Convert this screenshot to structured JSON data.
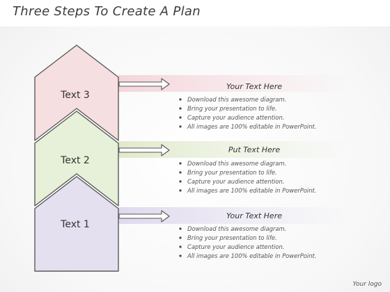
{
  "title": "Three Steps To Create A Plan",
  "logo": "Your logo",
  "colors": {
    "step3": "#f6dede",
    "step2": "#e6f0d6",
    "step1": "#e3e0ef",
    "band3": "#f5d9dd",
    "band2": "#e3eccf",
    "band1": "#e2dcee",
    "stroke": "#5a5a5a"
  },
  "steps": [
    {
      "label": "Text 3",
      "heading": "Your Text Here",
      "bullets": [
        "Download this awesome diagram.",
        "Bring your presentation to life.",
        "Capture your audience attention.",
        "All images are 100% editable in PowerPoint."
      ]
    },
    {
      "label": "Text 2",
      "heading": "Put Text Here",
      "bullets": [
        "Download this awesome diagram.",
        "Bring your presentation to life.",
        "Capture your audience attention.",
        "All images are 100% editable in PowerPoint."
      ]
    },
    {
      "label": "Text 1",
      "heading": "Your Text Here",
      "bullets": [
        "Download this awesome diagram.",
        "Bring your presentation to life.",
        "Capture your audience attention.",
        "All images are 100% editable in PowerPoint."
      ]
    }
  ]
}
